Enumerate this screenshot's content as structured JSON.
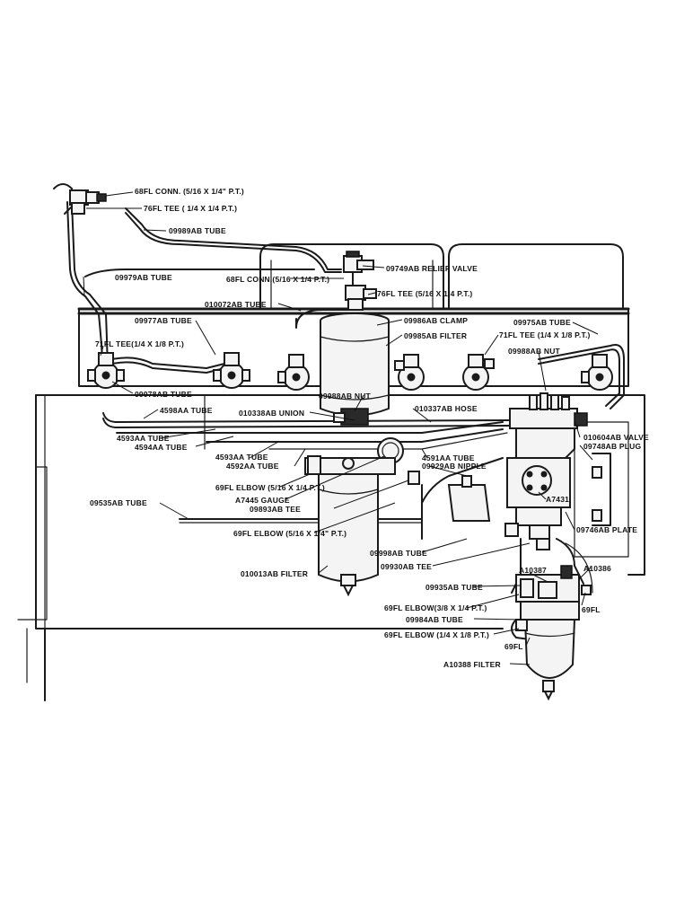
{
  "labels": {
    "l01": "68FL CONN. (5/16 X 1/4\" P.T.)",
    "l02": "76FL TEE ( 1/4 X 1/4 P.T.)",
    "l03": "09989AB TUBE",
    "l04": "09979AB TUBE",
    "l05": "09749AB RELIEF VALVE",
    "l06": "68FL CONN.(5/16 X 1/4 P.T.)",
    "l07": "76FL TEE (5/16 X 1/4 P.T.)",
    "l08": "010072AB TUBE",
    "l09": "09977AB TUBE",
    "l10": "09986AB CLAMP",
    "l11": "09975AB TUBE",
    "l12": "09985AB FILTER",
    "l13": "71FL TEE(1/4 X 1/8 P.T.)",
    "l14": "71FL TEE (1/4 X 1/8 P.T.)",
    "l15": "09988AB NUT",
    "l16": "09978AB TUBE",
    "l17": "09988AB NUT",
    "l18": "4598AA TUBE",
    "l19": "010338AB UNION",
    "l20": "010337AB HOSE",
    "l21": "4593AA TUBE",
    "l22": "4594AA TUBE",
    "l23": "010604AB VALVE",
    "l24": "09748AB PLUG",
    "l25": "4593AA TUBE",
    "l26": "4592AA TUBE",
    "l27": "4591AA TUBE",
    "l28": "09929AB NIPPLE",
    "l29": "69FL ELBOW (5/16 X 1/4 P.T.)",
    "l30": "A7445 GAUGE",
    "l31": "09893AB TEE",
    "l32": "A7431",
    "l33": "09535AB TUBE",
    "l34": "09746AB PLATE",
    "l35": "69FL ELBOW (5/16 X 1/4\" P.T.)",
    "l36": "09998AB TUBE",
    "l37": "09930AB TEE",
    "l38": "010013AB FILTER",
    "l39": "A10387",
    "l40": "A10386",
    "l41": "09935AB TUBE",
    "l42": "69FL ELBOW(3/8 X 1/4 P.T.)",
    "l43": "69FL",
    "l44": "09984AB TUBE",
    "l45": "69FL ELBOW (1/4 X 1/8 P.T.)",
    "l46": "69FL",
    "l47": "A10388 FILTER"
  }
}
